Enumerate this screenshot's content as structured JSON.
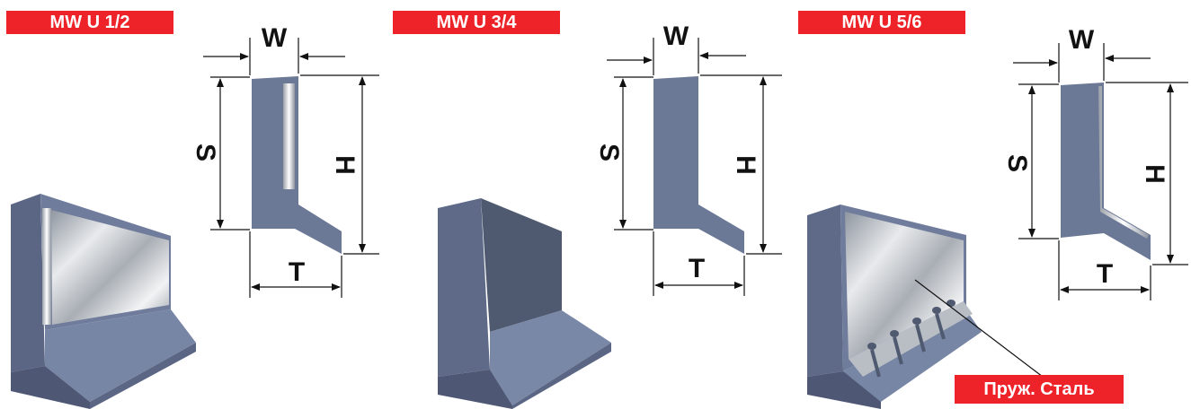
{
  "variants": [
    {
      "title": "MW U 1/2"
    },
    {
      "title": "MW U 3/4"
    },
    {
      "title": "MW U 5/6"
    }
  ],
  "dimensions": {
    "width": "W",
    "stroke": "S",
    "height": "H",
    "throat": "T"
  },
  "callout": {
    "material": "Пруж. Сталь"
  },
  "colors": {
    "tag_bg": "#ee2229",
    "body": "#6b7896",
    "body_dark": "#4f5970",
    "steel": "#c9cdd2",
    "line": "#111111"
  }
}
